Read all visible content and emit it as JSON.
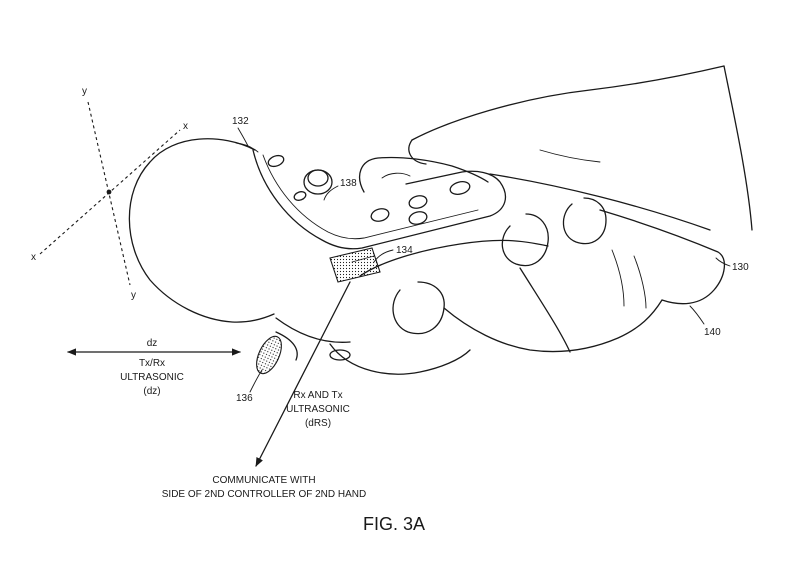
{
  "axes": {
    "y_top": "y",
    "x_right": "x",
    "x_left": "x",
    "y_bottom": "y"
  },
  "refs": {
    "r132": "132",
    "r138": "138",
    "r134": "134",
    "r130": "130",
    "r140": "140",
    "r136": "136"
  },
  "left_label": {
    "dz": "dz",
    "line1": "Tx/Rx",
    "line2": "ULTRASONIC",
    "line3": "(dz)"
  },
  "mid_label": {
    "line1": "Rx AND Tx",
    "line2": "ULTRASONIC",
    "line3": "(dRS)"
  },
  "bottom_label": {
    "line1": "COMMUNICATE WITH",
    "line2": "SIDE OF 2ND CONTROLLER OF 2ND HAND"
  },
  "caption": "FIG. 3A"
}
